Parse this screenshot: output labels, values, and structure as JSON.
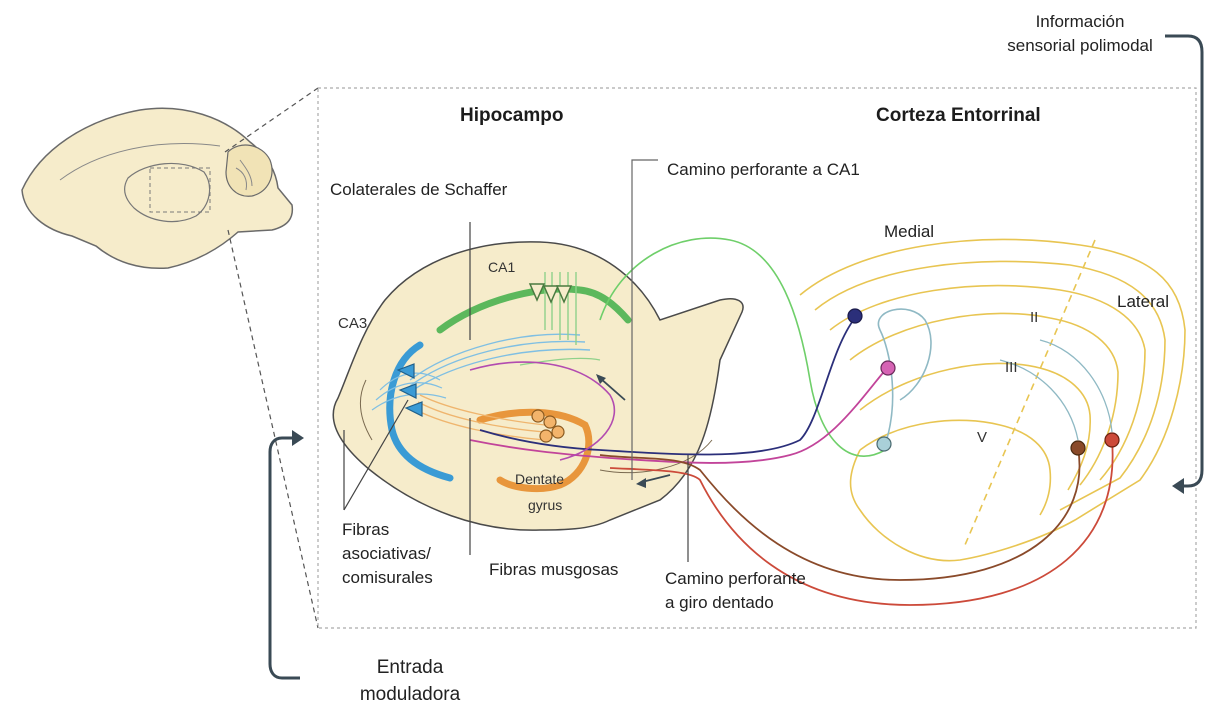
{
  "header": {
    "hippocampus": "Hipocampo",
    "entorhinal_cortex": "Corteza Entorrinal"
  },
  "labels": {
    "polymodal_input": "Información\nsensorial polimodal",
    "schaffer_collaterals": "Colaterales de Schaffer",
    "perforant_path_ca1": "Camino perforante a CA1",
    "medial": "Medial",
    "lateral": "Lateral",
    "associative_fibers": "Fibras\nasociativas/\ncomisurales",
    "mossy_fibers": "Fibras musgosas",
    "perforant_path_dg": "Camino perforante\na giro dentado",
    "modulatory_input": "Entrada\nmoduladora"
  },
  "regions": {
    "ca1": "CA1",
    "ca3": "CA3",
    "dentate_gyrus_1": "Dentate",
    "dentate_gyrus_2": "gyrus"
  },
  "layers": {
    "layer_2": "II",
    "layer_3": "III",
    "layer_5": "V"
  },
  "colors": {
    "tissue_fill": "#f6eccb",
    "tissue_stroke": "#4a4a4a",
    "ca1_green": "#5cb85c",
    "ca3_blue": "#3a9bd5",
    "dentate_orange": "#e8963c",
    "cortex_gold": "#e8c552",
    "neuron_navy": "#2b2f7a",
    "neuron_pink": "#c2449a",
    "neuron_lightblue": "#8fb9c4",
    "neuron_brown": "#8a4a2a",
    "neuron_red": "#cc4a3a",
    "arrow_dark": "#3a4a55"
  }
}
